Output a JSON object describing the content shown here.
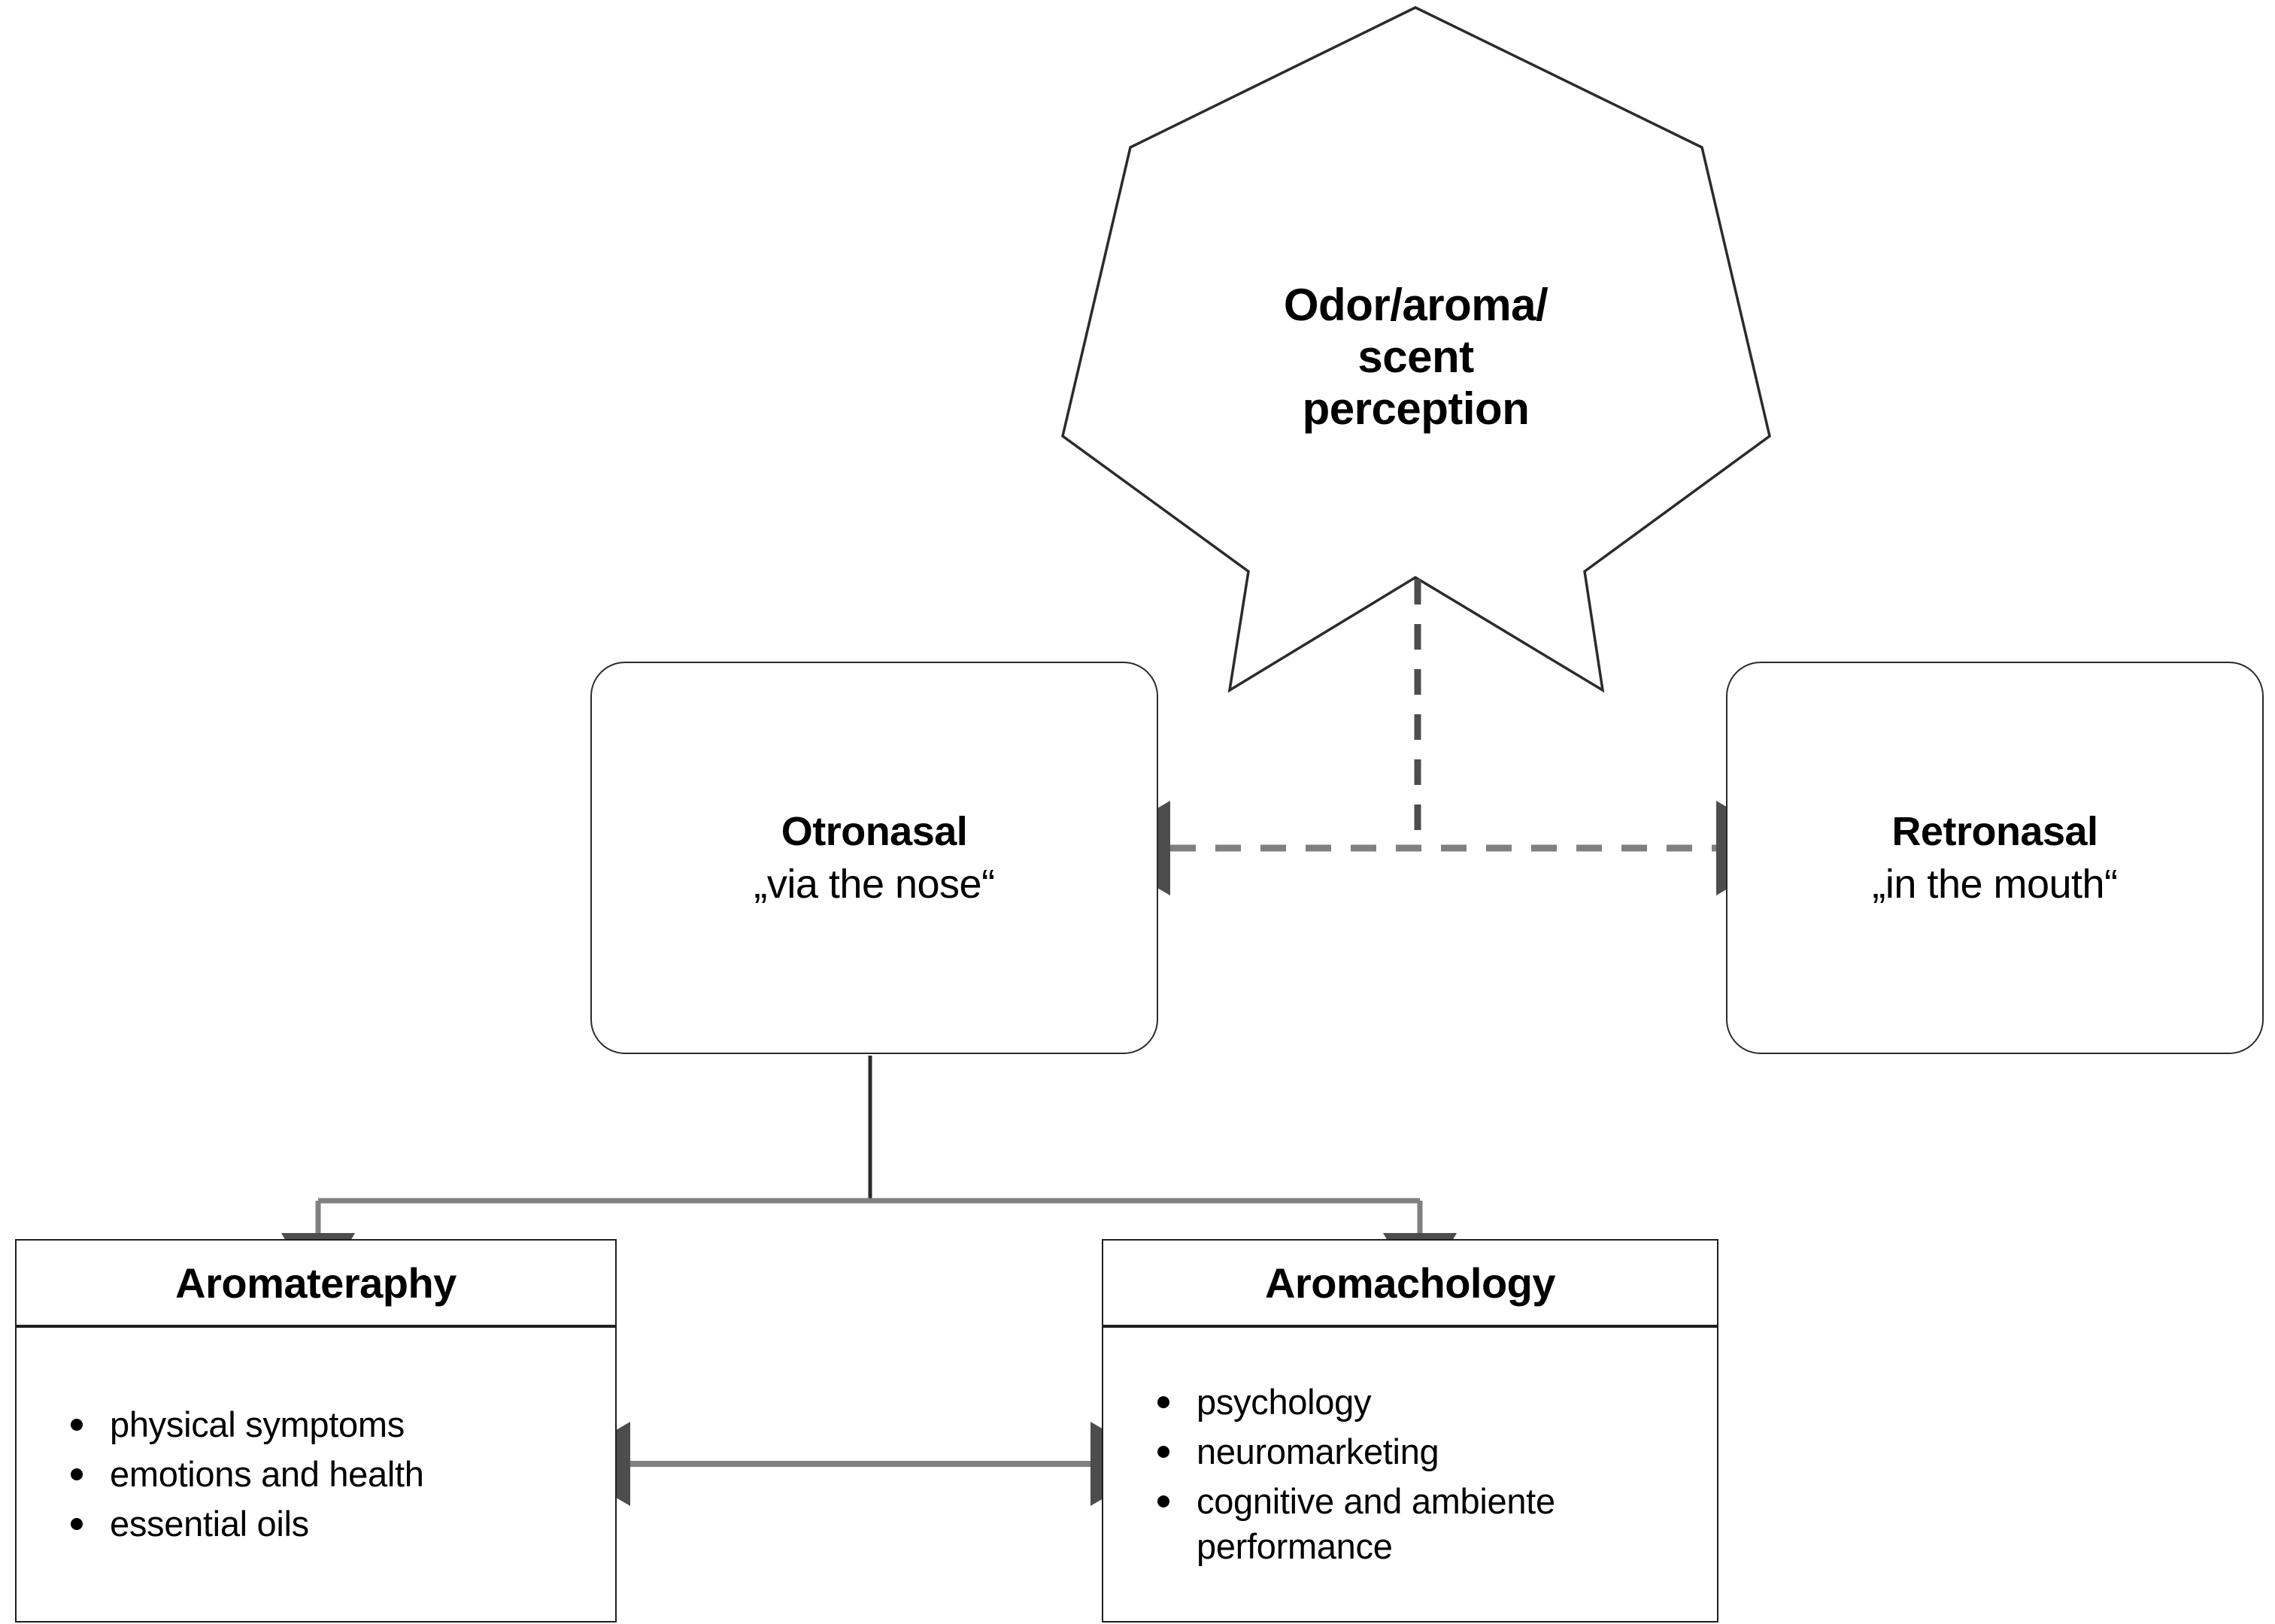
{
  "diagram": {
    "title_node": {
      "shape": "7-point-star",
      "lines": [
        "Odor/aroma/",
        "scent",
        "perception"
      ]
    },
    "routes": [
      {
        "id": "otronasal",
        "shape": "rounded-rect",
        "title": "Otronasal",
        "subtitle": "„via the nose“"
      },
      {
        "id": "retronasal",
        "shape": "rounded-rect",
        "title": "Retronasal",
        "subtitle": "„in the mouth“"
      }
    ],
    "fields": [
      {
        "id": "aromatheraphy",
        "shape": "rect",
        "header": "Aromateraphy",
        "items": [
          "physical symptoms",
          "emotions and health",
          "essential oils"
        ]
      },
      {
        "id": "aromachology",
        "shape": "rect",
        "header": "Aromachology",
        "items": [
          "psychology",
          "neuromarketing",
          "cognitive and ambiente performance"
        ]
      }
    ],
    "connectors": [
      {
        "id": "star-to-axis",
        "style": "dashed",
        "arrowheads": "none",
        "from": "odor-star",
        "to": "route-axis"
      },
      {
        "id": "otronasal-retronasal",
        "style": "dashed",
        "arrowheads": "both",
        "from": "otronasal",
        "to": "retronasal"
      },
      {
        "id": "otronasal-split",
        "style": "solid",
        "arrowheads": "down-both",
        "from": "otronasal",
        "to": "aromatheraphy, aromachology"
      },
      {
        "id": "aromatheraphy-aromachology",
        "style": "solid",
        "arrowheads": "both",
        "from": "aromatheraphy",
        "to": "aromachology"
      }
    ],
    "colors": {
      "background": "#ffffff",
      "outline": "#1f1f1f",
      "connector_line": "#808080",
      "arrowhead": "#4d4d4d",
      "text": "#000000"
    }
  }
}
